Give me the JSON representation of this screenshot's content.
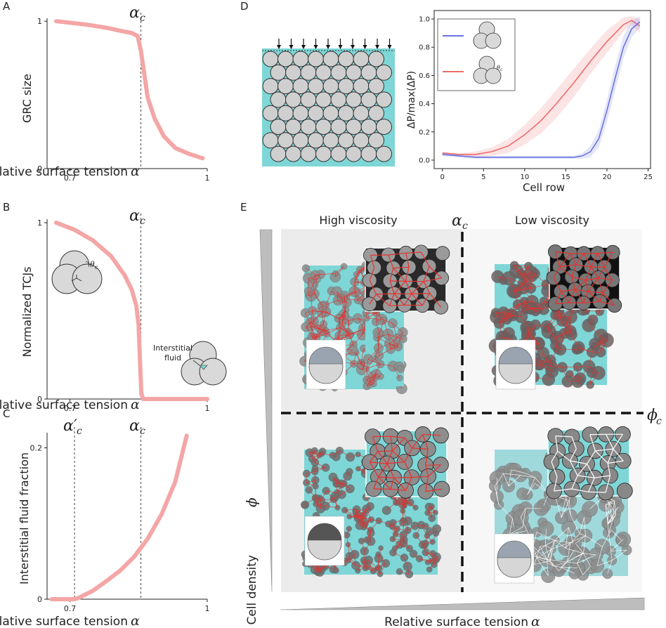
{
  "panels": {
    "A": {
      "letter": "A",
      "ylabel": "GRC size",
      "xlabel": "Relative surface tension",
      "xsym": "α",
      "critical": "α",
      "critical_sub": "c",
      "xticks": [
        "0.7",
        "1"
      ],
      "yticks": [
        "1",
        "0"
      ]
    },
    "B": {
      "letter": "B",
      "ylabel": "Normalized TCJs",
      "xlabel": "Relative surface tension",
      "xsym": "α",
      "critical": "α",
      "critical_sub": "c",
      "xticks": [
        "0.7",
        "1"
      ],
      "yticks": [
        "1",
        "0"
      ],
      "inset_angle": "θ",
      "inset_angle_sub": "c",
      "interstitial_line1": "Interstitial",
      "interstitial_line2": "fluid"
    },
    "C": {
      "letter": "C",
      "ylabel": "Interstitial fluid fraction",
      "xlabel": "Relative surface tension",
      "xsym": "α",
      "critical": "α",
      "critical_sub": "c",
      "critical2": "α′",
      "critical2_sub": "c",
      "xticks": [
        "0.7",
        "1"
      ],
      "yticks": [
        "0.2",
        "0"
      ]
    },
    "D": {
      "letter": "D",
      "ylabel": "ΔP/max(ΔP)",
      "xlabel": "Cell row",
      "xticks": [
        "0",
        "5",
        "10",
        "15",
        "20",
        "25"
      ],
      "yticks": [
        "0.0",
        "0.2",
        "0.4",
        "0.6",
        "0.8",
        "1.0"
      ],
      "inset_angle": "θ",
      "inset_angle_sub": "c"
    },
    "E": {
      "letter": "E",
      "col_left": "High viscosity",
      "col_right": "Low viscosity",
      "col_mid": "α",
      "col_mid_sub": "c",
      "row_mid": "ϕ",
      "row_mid_sub": "c",
      "ylabel": "Cell density",
      "ysym": "ϕ",
      "xlabel": "Relative surface tension",
      "xsym": "α"
    }
  },
  "chart_data": [
    {
      "type": "line",
      "panel": "A",
      "title": "",
      "xlabel": "Relative surface tension α",
      "ylabel": "GRC size",
      "xlim": [
        0.65,
        1.0
      ],
      "ylim": [
        0,
        1.02
      ],
      "critical_x": 0.855,
      "series": [
        {
          "color": "#f4a6a6",
          "x": [
            0.67,
            0.7,
            0.74,
            0.78,
            0.81,
            0.835,
            0.848,
            0.855,
            0.862,
            0.87,
            0.885,
            0.905,
            0.93,
            0.96,
            0.99
          ],
          "y": [
            1.0,
            0.99,
            0.975,
            0.955,
            0.935,
            0.92,
            0.9,
            0.8,
            0.65,
            0.48,
            0.34,
            0.22,
            0.14,
            0.1,
            0.07
          ]
        }
      ]
    },
    {
      "type": "line",
      "panel": "B",
      "title": "",
      "xlabel": "Relative surface tension α",
      "ylabel": "Normalized TCJs",
      "xlim": [
        0.65,
        1.0
      ],
      "ylim": [
        0,
        1.02
      ],
      "critical_x": 0.855,
      "series": [
        {
          "color": "#f4a6a6",
          "x": [
            0.67,
            0.71,
            0.75,
            0.79,
            0.82,
            0.835,
            0.845,
            0.85,
            0.853,
            0.856,
            0.86,
            0.9,
            0.95,
            1.0
          ],
          "y": [
            1.0,
            0.96,
            0.9,
            0.81,
            0.7,
            0.62,
            0.53,
            0.42,
            0.22,
            0.03,
            0.0,
            0.0,
            0.0,
            0.0
          ]
        }
      ]
    },
    {
      "type": "line",
      "panel": "C",
      "title": "",
      "xlabel": "Relative surface tension α",
      "ylabel": "Interstitial fluid fraction",
      "xlim": [
        0.65,
        1.0
      ],
      "ylim": [
        0,
        0.22
      ],
      "critical_x": 0.855,
      "critical2_x": 0.71,
      "series": [
        {
          "color": "#f4a6a6",
          "x": [
            0.66,
            0.69,
            0.71,
            0.72,
            0.75,
            0.78,
            0.81,
            0.84,
            0.87,
            0.9,
            0.93,
            0.955
          ],
          "y": [
            0.0,
            0.0,
            0.0,
            0.002,
            0.011,
            0.024,
            0.038,
            0.056,
            0.08,
            0.112,
            0.155,
            0.216
          ]
        }
      ]
    },
    {
      "type": "line",
      "panel": "D",
      "title": "",
      "xlabel": "Cell row",
      "ylabel": "ΔP/max(ΔP)",
      "xlim": [
        -1,
        25.3
      ],
      "ylim": [
        -0.06,
        1.06
      ],
      "series": [
        {
          "color": "#ef6b6b",
          "x": [
            0,
            2,
            4,
            6,
            8,
            10,
            12,
            14,
            16,
            18,
            20,
            22,
            23,
            24
          ],
          "y": [
            0.05,
            0.04,
            0.04,
            0.06,
            0.1,
            0.18,
            0.28,
            0.41,
            0.55,
            0.7,
            0.84,
            0.96,
            0.99,
            0.95
          ],
          "band": [
            0.01,
            0.01,
            0.02,
            0.03,
            0.05,
            0.07,
            0.09,
            0.1,
            0.1,
            0.09,
            0.08,
            0.05,
            0.03,
            0.05
          ]
        },
        {
          "color": "#6b74e0",
          "x": [
            0,
            2,
            4,
            6,
            8,
            10,
            12,
            14,
            16,
            17,
            18,
            19,
            20,
            21,
            22,
            23,
            24
          ],
          "y": [
            0.04,
            0.03,
            0.02,
            0.02,
            0.02,
            0.02,
            0.02,
            0.02,
            0.02,
            0.03,
            0.06,
            0.15,
            0.35,
            0.58,
            0.8,
            0.93,
            0.98
          ],
          "band": [
            0.01,
            0.01,
            0.01,
            0.01,
            0.01,
            0.01,
            0.01,
            0.01,
            0.01,
            0.02,
            0.04,
            0.06,
            0.08,
            0.09,
            0.08,
            0.06,
            0.04
          ]
        }
      ]
    }
  ]
}
